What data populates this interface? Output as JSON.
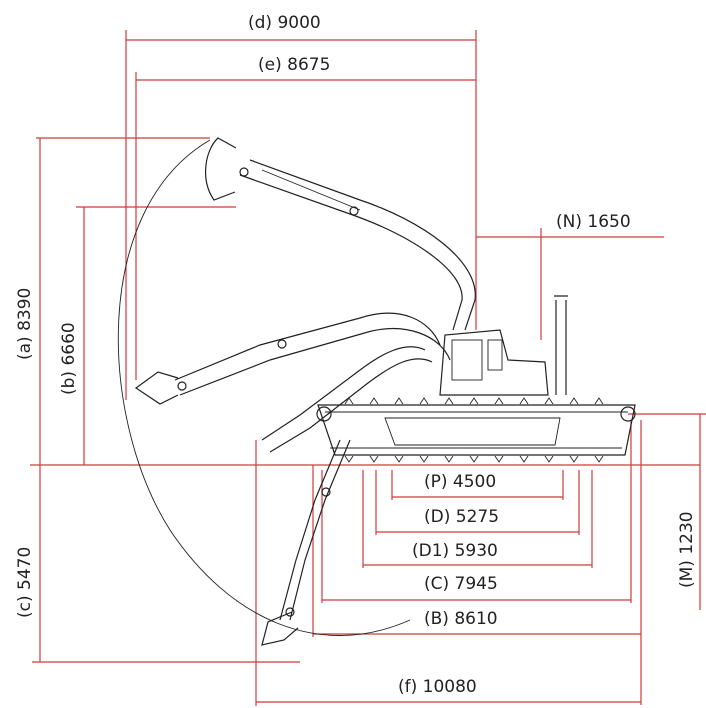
{
  "colors": {
    "dimension_line": "#d23a3a",
    "drawing": "#222222",
    "background": "#ffffff"
  },
  "dimensions": {
    "d": "(d)  9000",
    "e": "(e)  8675",
    "N": "(N)  1650",
    "a": "(a)  8390",
    "b": "(b)  6660",
    "c": "(c)  5470",
    "M": "(M)  1230",
    "P": "(P)  4500",
    "D": "(D)  5275",
    "D1": "(D1)  5930",
    "C": "(C)  7945",
    "B": "(B)  8610",
    "f": "(f)  10080"
  }
}
